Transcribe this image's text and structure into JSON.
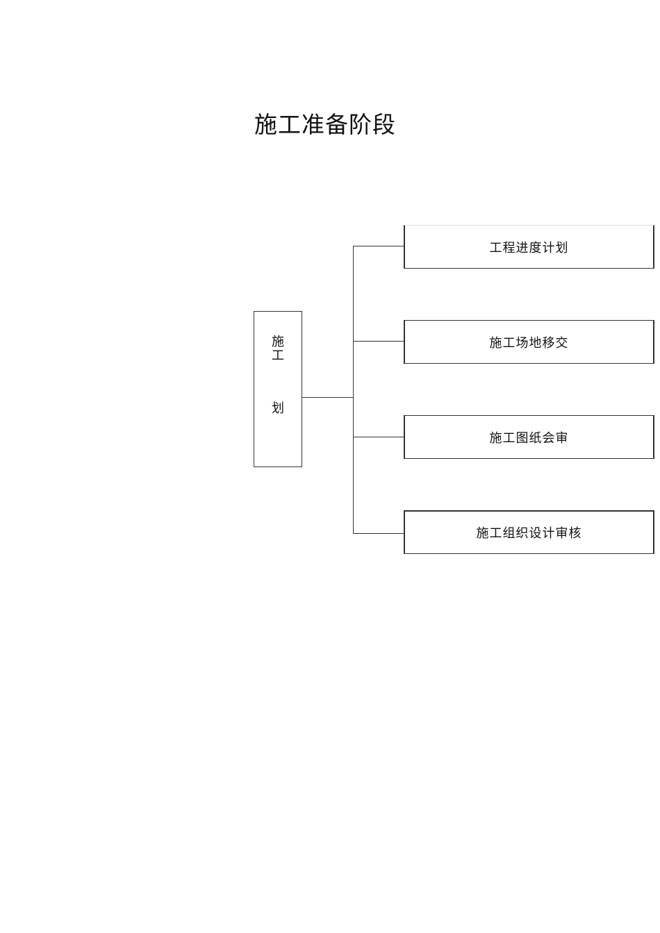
{
  "page": {
    "title": "施工准备阶段"
  },
  "diagram": {
    "root": {
      "chars": [
        "施",
        "工",
        "划"
      ]
    },
    "children": [
      {
        "label": "工程进度计划"
      },
      {
        "label": "施工场地移交"
      },
      {
        "label": "施工图纸会审"
      },
      {
        "label": "施工组织设计审核"
      }
    ]
  }
}
